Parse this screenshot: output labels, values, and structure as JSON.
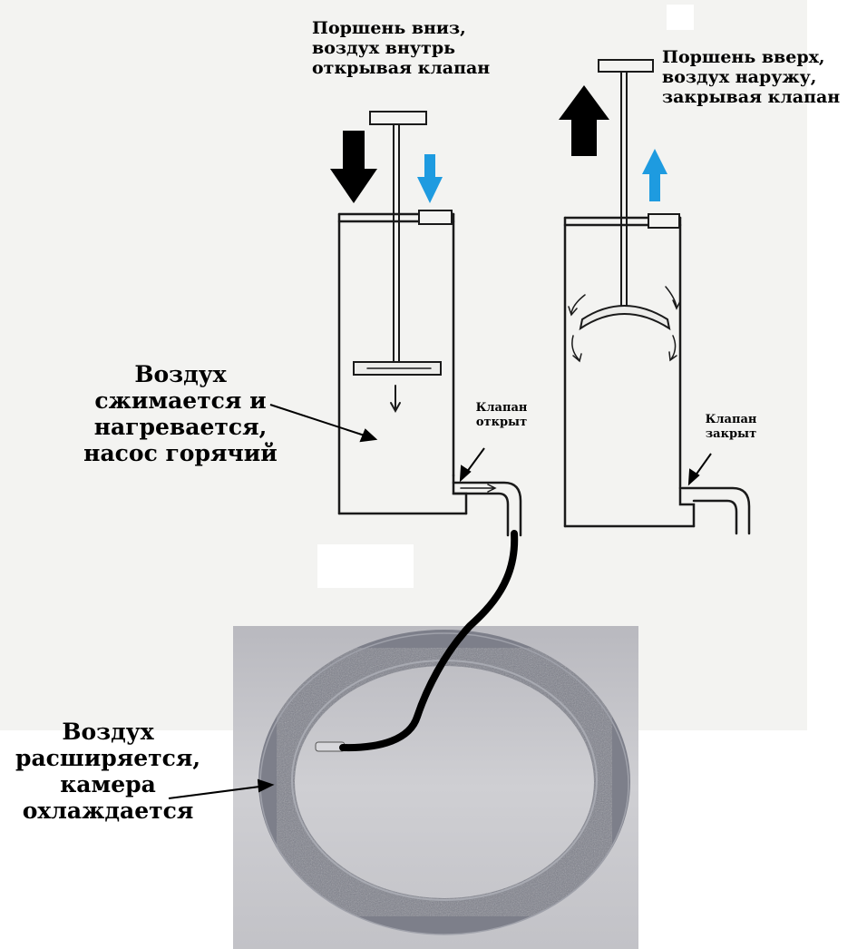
{
  "labels": {
    "left_top": "Поршень вниз,\nвоздух внутрь\nоткрывая клапан",
    "right_top": "Поршень вверх,\nвоздух наружу,\nзакрывая клапан",
    "air_compress": "Воздух\nсжимается и\nнагревается,\nнасос горячий",
    "valve_open": "Клапан\nоткрыт",
    "valve_closed": "Клапан\nзакрыт",
    "air_expand": "Воздух\nрасширяется,\nкамера\nохлаждается"
  },
  "colors": {
    "paper": "#f3f3f1",
    "ink": "#1a1a1a",
    "arrow_black": "#000000",
    "arrow_blue": "#1e9be0",
    "photo_bg": "#c3c3c7",
    "tire": "#7d7f8a",
    "hose": "#000000"
  },
  "icons": {
    "down_arrows": "arrow-down-icon",
    "up_arrows": "arrow-up-icon"
  }
}
